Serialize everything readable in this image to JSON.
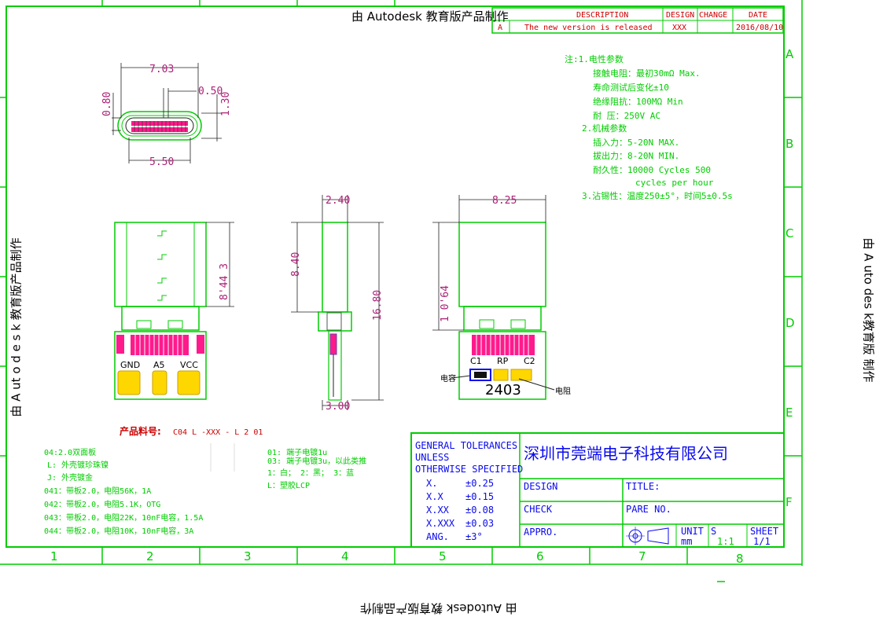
{
  "watermark": {
    "top": "由 Autodesk 教育版产品制作",
    "left": "由 A ut o d e s k 教育版产品制作",
    "right": "由 A uto des k教育版 制作",
    "bottom": "由 Autodesk 教育版产品制作"
  },
  "grid": {
    "columns": [
      "1",
      "2",
      "3",
      "4",
      "5",
      "6",
      "7",
      "8"
    ],
    "rows": [
      "A",
      "B",
      "C",
      "D",
      "E",
      "F"
    ]
  },
  "revision": {
    "headers": [
      "DESCRIPTION",
      "DESIGN",
      "CHANGE",
      "DATE"
    ],
    "rev": "A",
    "description": "The new version is released",
    "design": "XXX",
    "change": "",
    "date": "2016/08/10"
  },
  "notes": {
    "title": "注:1.电性参数",
    "lines": [
      "接触电阻：最初30mΩ Max.",
      "寿命测试后变化±10",
      "绝缘阻抗：100MΩ Min",
      "耐    压：250V AC",
      "2.机械参数",
      "插入力：5-20N MAX.",
      "拔出力：8-20N MIN.",
      "耐久性：10000 Cycles 500",
      "cycles per hour",
      "3.沾锡性：温度250±5°，时间5±0.5s"
    ]
  },
  "dimensions": {
    "width_top": "7.03",
    "pitch": "0.50",
    "height_left": "0.80",
    "height_right": "1.30",
    "width_bottom": "5.50",
    "side_width": "2.40",
    "side_h1": "8.40",
    "side_h2": "16.80",
    "side_bottom": "3.00",
    "front_left_h": "8'44 3",
    "back_width": "8.25",
    "back_h": "1 0'64"
  },
  "pcb_labels": {
    "gnd": "GND",
    "a5": "A5",
    "vcc": "VCC",
    "c1": "C1",
    "rp": "RP",
    "c2": "C2",
    "code": "2403",
    "cap": "电容",
    "res": "电阻"
  },
  "part_number": {
    "label": "产品料号:",
    "value": "C04 L -XXX - L 2 01"
  },
  "options_left": [
    "04:2.0双面板",
    "L:  外壳镀珍珠镍",
    "J:  外壳镀金",
    "041：带板2.0，电阻56K，1A",
    "042：带板2.0，电阻5.1K，OTG",
    "043：带板2.0，电阻22K，10nF电容，1.5A",
    "044：带板2.0，电阻10K，10nF电容，3A"
  ],
  "options_mid": [
    "01: 端子电镀1u",
    "03: 端子电镀3u，以此类推",
    "1：白；  2：黑；  3：蓝",
    "L：塑胶LCP"
  ],
  "tolerances": {
    "header1": "GENERAL TOLERANCES",
    "header2": "UNLESS",
    "header3": "OTHERWISE SPECIFIED",
    "rows": [
      {
        "k": "X.",
        "v": "±0.25"
      },
      {
        "k": "X.X",
        "v": "±0.15"
      },
      {
        "k": "X.XX",
        "v": "±0.08"
      },
      {
        "k": "X.XXX",
        "v": "±0.03"
      },
      {
        "k": "ANG.",
        "v": "±3°"
      }
    ]
  },
  "title_block": {
    "company": "深圳市莞端电子科技有限公司",
    "design": "DESIGN",
    "check": "CHECK",
    "appro": "APPRO.",
    "title": "TITLE:",
    "part_no": "PARE NO.",
    "unit_label": "UNIT",
    "unit_value": "mm",
    "scale_label": "S",
    "scale_value": "1:1",
    "sheet_label": "SHEET",
    "sheet_value": "1/1"
  },
  "colors": {
    "frame": "#00cc00",
    "dimension": "#aa2277",
    "pins": "#ff1a8c",
    "pads": "#ffd700",
    "red_text": "#cc0000"
  }
}
